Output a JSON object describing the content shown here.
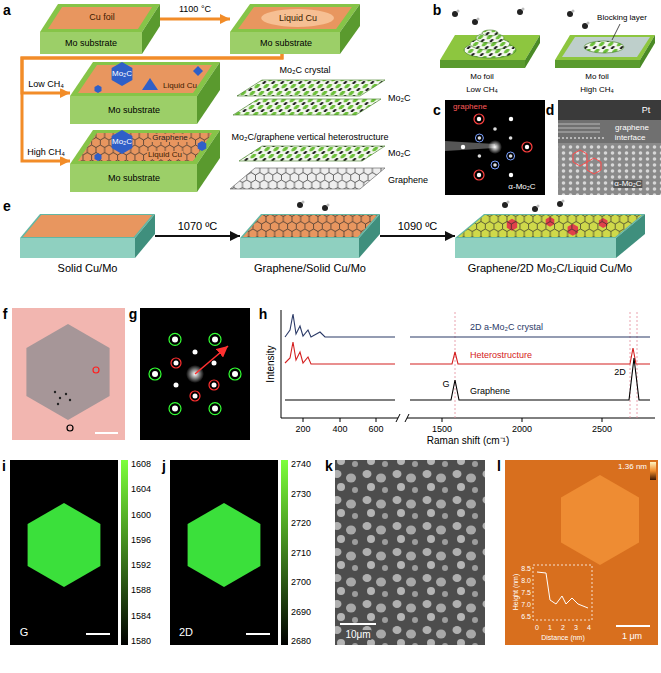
{
  "diagram": {
    "nodes": [
      {
        "text": [
          "Cu foil",
          "Mo substrate"
        ]
      },
      {
        "text": [
          "Liquid Cu",
          "Mo substrate"
        ]
      },
      {
        "text": [
          "Mo₂C",
          "Liquid Cu",
          "Mo substrate"
        ]
      },
      {
        "text": [
          "Mo₂C",
          "Graphene",
          "Liquid Cu",
          "Mo substrate"
        ]
      },
      {
        "text": [
          "Solid Cu/Mo"
        ]
      },
      {
        "text": [
          "Graphene/Solid Cu/Mo"
        ]
      },
      {
        "text": [
          "Graphene/2D Mo₂C/Liquid Cu/Mo"
        ]
      }
    ],
    "edges": [
      {
        "from": 0,
        "to": 1,
        "arrow": "to",
        "label": "1100 °C"
      },
      {
        "from": 1,
        "to": 2,
        "arrow": "to",
        "label": "Low CH₄"
      },
      {
        "from": 1,
        "to": 3,
        "arrow": "to",
        "label": "High CH₄"
      },
      {
        "from": 4,
        "to": 5,
        "arrow": "to",
        "label": "1070 ºC"
      },
      {
        "from": 5,
        "to": 6,
        "arrow": "to",
        "label": "1090 ºC"
      }
    ],
    "labels": [
      "a",
      "Mo₂C crystal",
      "Mo₂C",
      "Mo₂C/graphene vertical heterostructure",
      "Mo₂C",
      "Graphene",
      "b",
      "Mo foil",
      "Mo foil",
      "Low CH₄",
      "High CH₄",
      "Blocking layer",
      "c",
      "graphene",
      "α-Mo₂C",
      "d",
      "Pt",
      "graphene",
      "interface",
      "α-Mo₂C",
      "e",
      "f",
      "g",
      "h",
      "Intensity",
      "2D a-Mo₂C crystal",
      "Heterostructure",
      "Graphene",
      "G",
      "2D",
      "200",
      "400",
      "600",
      "1500",
      "2000",
      "2500",
      "Raman shift (cm⁻¹)",
      "i",
      "G",
      "1608",
      "1604",
      "1600",
      "1596",
      "1592",
      "1588",
      "1584",
      "1580",
      "j",
      "2D",
      "2740",
      "2730",
      "2720",
      "2710",
      "2700",
      "2690",
      "2680",
      "k",
      "10μm",
      "l",
      "1.36 nm",
      "1 μm",
      "8.5",
      "8.0",
      "7.5",
      "7.0",
      "6.5",
      "Height (nm)",
      "0",
      "1",
      "2",
      "3",
      "4",
      "Distance (nm)"
    ]
  }
}
